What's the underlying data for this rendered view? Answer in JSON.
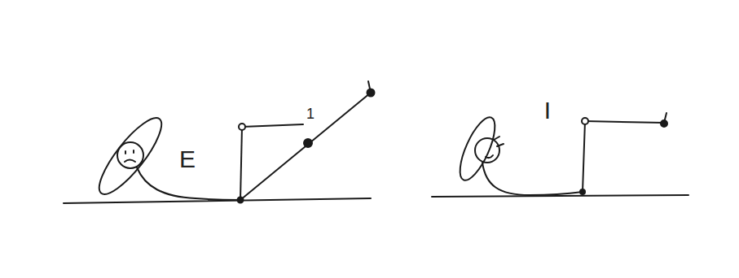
{
  "diagram": {
    "labels": [
      "E",
      "1",
      "I"
    ]
  }
}
